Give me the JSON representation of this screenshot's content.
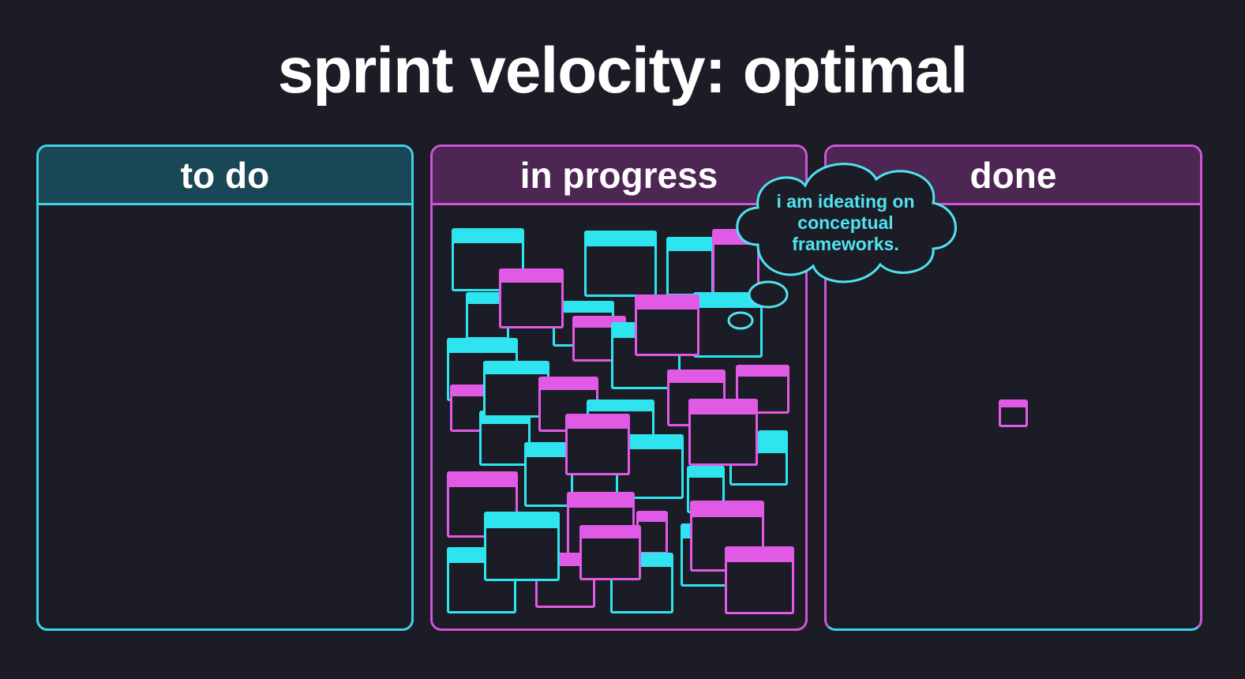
{
  "page": {
    "title": "sprint velocity: optimal"
  },
  "columns": {
    "todo": {
      "label": "to do"
    },
    "in_progress": {
      "label": "in progress"
    },
    "done": {
      "label": "done"
    }
  },
  "thought_bubble": {
    "text": "i am ideating on conceptual frameworks."
  },
  "colors": {
    "background": "#1c1c27",
    "cyan": "#2ee5ef",
    "magenta": "#e05ae6",
    "todo_header": "#1a4755",
    "progress_header": "#4d2653"
  }
}
